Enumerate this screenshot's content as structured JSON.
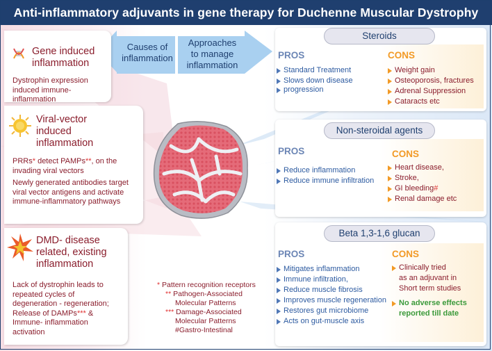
{
  "title": "Anti-inflammatory adjuvants in gene therapy for Duchenne Muscular Dystrophy",
  "arrows": {
    "causes": "Causes of inflammation",
    "causes_l1": "Causes of",
    "causes_l2": "inflammation",
    "approaches_l1": "Approaches",
    "approaches_l2": "to manage",
    "approaches_l3": "inflammation"
  },
  "causes": [
    {
      "title_l1": "Gene induced",
      "title_l2": "inflammation",
      "body_l1": "Dystrophin expression",
      "body_l2": "induced immune-inflammation"
    },
    {
      "title_l1": "Viral-vector",
      "title_l2": "induced",
      "title_l3": "inflammation",
      "body_a1": "PRRs",
      "body_a1_star": "*",
      "body_a2": " detect PAMPs",
      "body_a2_star": "**",
      "body_a3": ", on the",
      "body_l2": "invading viral vectors",
      "body_l3": "Newly generated antibodies target",
      "body_l4": "viral vector antigens and activate",
      "body_l5": "immune-inflammatory pathways"
    },
    {
      "title_l1": "DMD- disease",
      "title_l2": "related, existing",
      "title_l3": "inflammation",
      "body_l1": "Lack of dystrophin leads to",
      "body_l2": "repeated cycles of",
      "body_l3": "degeneration - regeneration;",
      "body_l4a": "Release of DAMPs",
      "body_l4_star": "***",
      "body_l4b": " &",
      "body_l5": "Immune- inflammation",
      "body_l6": "activation"
    }
  ],
  "legend": {
    "l1_star": "*",
    "l1": " Pattern recognition receptors",
    "l2_star": "**",
    "l2": " Pathogen-Associated",
    "l3": "Molecular Patterns",
    "l4_star": "***",
    "l4": " Damage-Associated",
    "l5": "Molecular Patterns",
    "l6": "#Gastro-Intestinal"
  },
  "approaches": [
    {
      "name": "Steroids",
      "pros_label": "PROS",
      "cons_label": "CONS",
      "pros": [
        "Standard Treatment",
        "Slows down disease",
        "progression"
      ],
      "cons": [
        "Weight gain",
        "Osteoporosis, fractures",
        "Adrenal Suppression",
        "Cataracts etc"
      ]
    },
    {
      "name": "Non-steroidal agents",
      "pros_label": "PROS",
      "cons_label": "CONS",
      "pros": [
        "Reduce inflammation",
        "Reduce immune infiltration"
      ],
      "cons": [
        "Heart disease,",
        "Stroke,",
        "GI bleeding",
        "Renal damage etc"
      ],
      "cons_mark": "#"
    },
    {
      "name": "Beta 1,3-1,6 glucan",
      "pros_label": "PROS",
      "cons_label": "CONS",
      "pros": [
        "Mitigates inflammation",
        "Immune infiltration,",
        "Reduce muscle fibrosis",
        "Improves muscle regeneration",
        "Restores gut microbiome",
        "Acts on gut-muscle axis"
      ],
      "cons": [
        "Clinically tried",
        "as an adjuvant in",
        "Short term studies"
      ],
      "cons_highlight_l1": "No adverse effects",
      "cons_highlight_l2": "reported till date"
    }
  ],
  "colors": {
    "title_bar": "#1f3f6f",
    "cause_text": "#8a1d2c",
    "pros_text": "#2c5aa0",
    "cons_label": "#f29a26",
    "arrow_fill": "#a9d0f0",
    "muscle": "#e56b79"
  }
}
